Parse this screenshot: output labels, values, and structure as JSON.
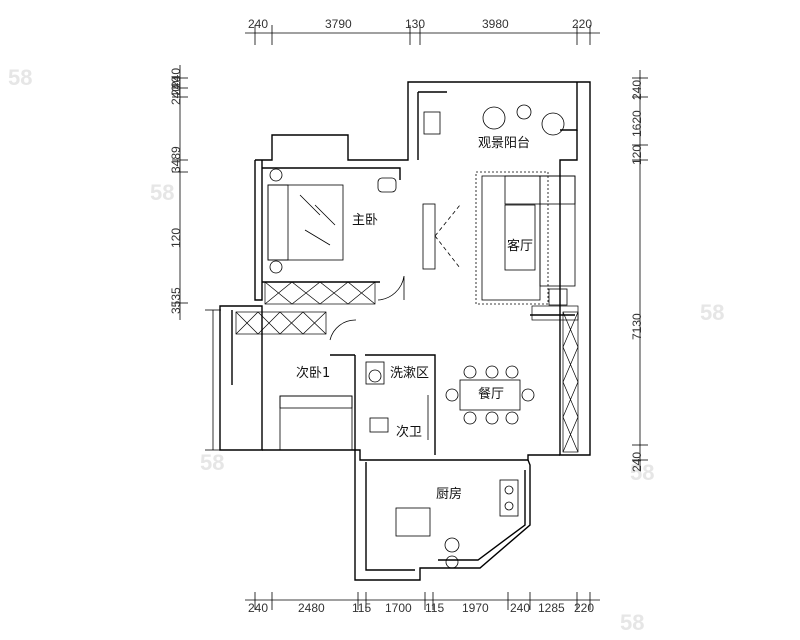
{
  "dimensions": {
    "top": [
      "240",
      "3790",
      "130",
      "3980",
      "220"
    ],
    "bottom": [
      "240",
      "2480",
      "115",
      "1700",
      "115",
      "1970",
      "240",
      "1285",
      "220"
    ],
    "left": [
      "240",
      "240",
      "240",
      "3489",
      "120",
      "3535"
    ],
    "right": [
      "240",
      "1620",
      "120",
      "7130",
      "240"
    ]
  },
  "rooms": {
    "master_bedroom": "主卧",
    "balcony": "观景阳台",
    "living_room": "客厅",
    "second_bedroom": "次卧1",
    "wash_area": "洗漱区",
    "dining_room": "餐厅",
    "second_bathroom": "次卫",
    "kitchen": "厨房"
  },
  "watermark": "58"
}
